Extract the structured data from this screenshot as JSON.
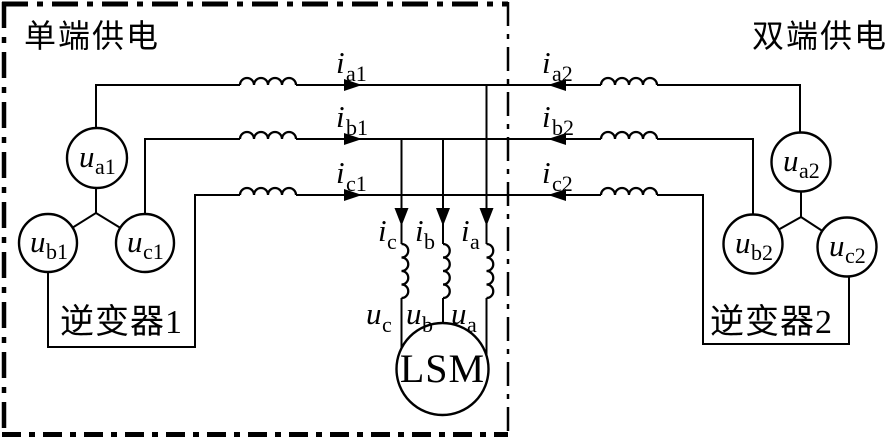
{
  "colors": {
    "ink": "#000000",
    "background": "#ffffff"
  },
  "regions": {
    "left_label": "单端供电",
    "right_label": "双端供电"
  },
  "inverters": {
    "inverter1": "逆变器1",
    "inverter2": "逆变器2"
  },
  "motor": {
    "label": "LSM"
  },
  "line_currents": {
    "ia1": {
      "base": "i",
      "sub": "a1"
    },
    "ib1": {
      "base": "i",
      "sub": "b1"
    },
    "ic1": {
      "base": "i",
      "sub": "c1"
    },
    "ia2": {
      "base": "i",
      "sub": "a2"
    },
    "ib2": {
      "base": "i",
      "sub": "b2"
    },
    "ic2": {
      "base": "i",
      "sub": "c2"
    }
  },
  "motor_currents": {
    "ic": {
      "base": "i",
      "sub": "c"
    },
    "ib": {
      "base": "i",
      "sub": "b"
    },
    "ia": {
      "base": "i",
      "sub": "a"
    }
  },
  "motor_voltages": {
    "uc": {
      "base": "u",
      "sub": "c"
    },
    "ub": {
      "base": "u",
      "sub": "b"
    },
    "ua": {
      "base": "u",
      "sub": "a"
    }
  },
  "sources": {
    "ua1": {
      "base": "u",
      "sub": "a1"
    },
    "ub1": {
      "base": "u",
      "sub": "b1"
    },
    "uc1": {
      "base": "u",
      "sub": "c1"
    },
    "ua2": {
      "base": "u",
      "sub": "a2"
    },
    "ub2": {
      "base": "u",
      "sub": "b2"
    },
    "uc2": {
      "base": "u",
      "sub": "c2"
    }
  }
}
